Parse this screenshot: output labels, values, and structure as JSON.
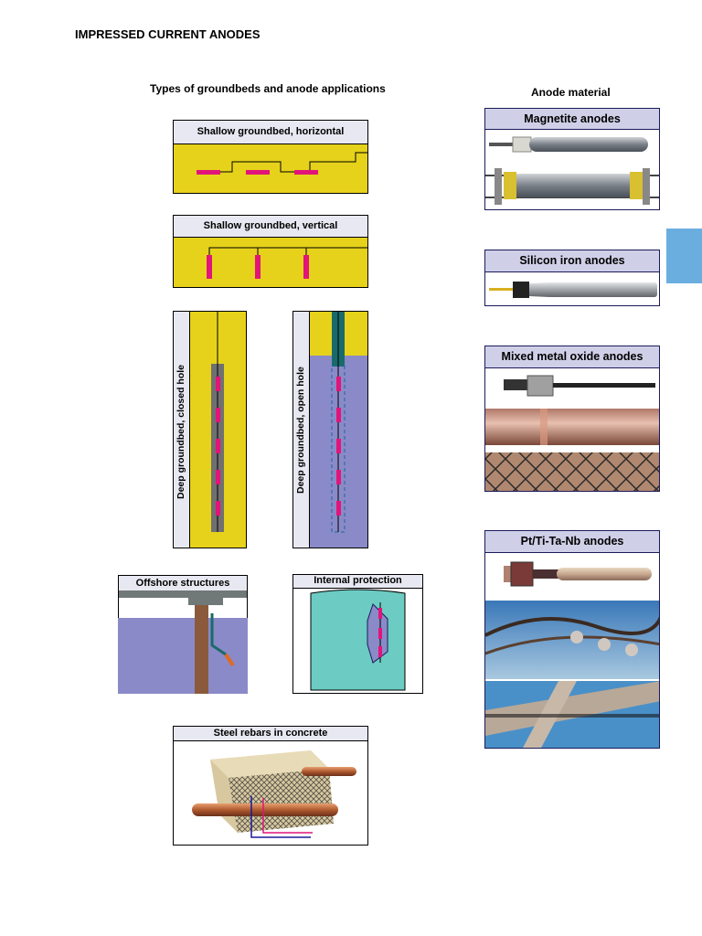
{
  "page": {
    "title": "IMPRESSED CURRENT ANODES",
    "left_heading": "Types of groundbeds and anode applications",
    "right_heading": "Anode material"
  },
  "groundbeds": {
    "shallow_horizontal": "Shallow groundbed, horizontal",
    "shallow_vertical": "Shallow groundbed, vertical",
    "deep_closed": "Deep groundbed, closed hole",
    "deep_open": "Deep groundbed, open hole",
    "offshore": "Offshore structures",
    "internal": "Internal protection",
    "rebars": "Steel rebars in concrete"
  },
  "materials": {
    "magnetite": "Magnetite anodes",
    "silicon_iron": "Silicon iron anodes",
    "mmo": "Mixed metal oxide anodes",
    "pt": "Pt/Ti-Ta-Nb anodes"
  },
  "colors": {
    "soil": "#e6d21a",
    "anode": "#e2147a",
    "water": "#8a8ac8",
    "tab": "#6aaee0",
    "internal_fill": "#6ccbc2"
  }
}
